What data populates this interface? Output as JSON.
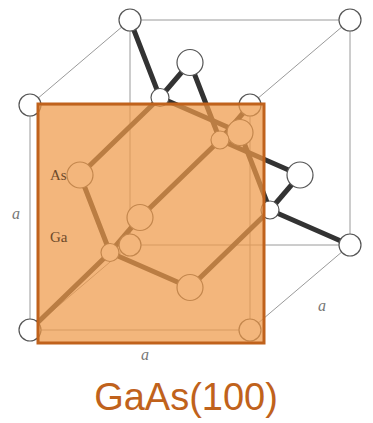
{
  "diagram": {
    "labels": [
      "As",
      "Ga",
      "a",
      "a",
      "a",
      "GaAs(100)"
    ]
  }
}
